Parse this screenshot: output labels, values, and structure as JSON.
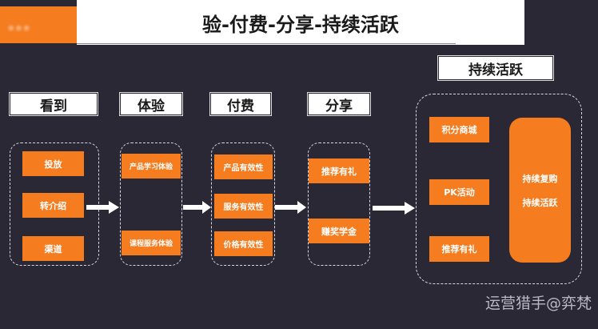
{
  "header": {
    "logo_text": "...",
    "title": "验-付费-分享-持续活跃"
  },
  "stages": [
    {
      "label": "看到",
      "items": [
        "投放",
        "转介绍",
        "渠道"
      ]
    },
    {
      "label": "体验",
      "items": [
        "产品学习体验",
        "课程服务体验"
      ]
    },
    {
      "label": "付费",
      "items": [
        "产品有效性",
        "服务有效性",
        "价格有效性"
      ]
    },
    {
      "label": "分享",
      "items": [
        "推荐有礼",
        "赚奖学金"
      ]
    },
    {
      "label": "持续活跃",
      "items": [
        "积分商城",
        "PK活动",
        "推荐有礼"
      ],
      "summary": [
        "持续复购",
        "持续活跃"
      ]
    }
  ],
  "watermark": "运营猎手@弈梵",
  "colors": {
    "accent": "#f57c1f",
    "background": "#2a2834"
  }
}
